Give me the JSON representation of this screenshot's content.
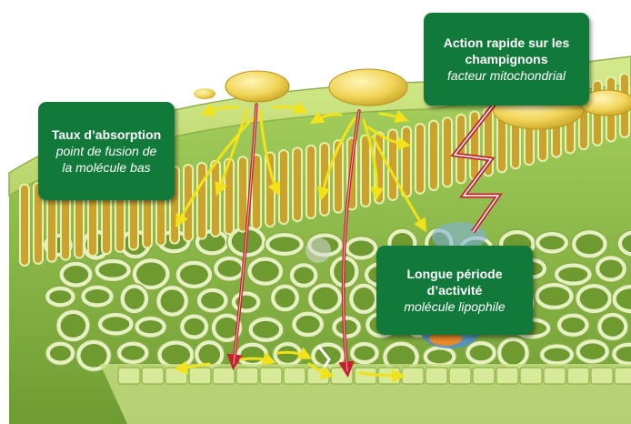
{
  "callouts": {
    "absorption": {
      "title": "Taux d’absorption",
      "subtitle_line1": "point de fusion de",
      "subtitle_line2": "la molécule bas"
    },
    "fungi": {
      "title_line1": "Action rapide sur les",
      "title_line2": "champignons",
      "subtitle": "facteur mitochondrial"
    },
    "activity": {
      "title_line1": "Longue période",
      "title_line2": "d’activité",
      "subtitle": "molécule lipophile"
    }
  },
  "colors": {
    "callout_bg": "#117a3a",
    "callout_text": "#ffffff",
    "leaf_green": "#9ccf54",
    "cell_green": "#c7df7a",
    "arrow_yellow": "#f2e21a",
    "arrow_red": "#c6202f",
    "droplet": "#f3d96a"
  },
  "icons": [
    "droplet-icon",
    "yellow-arrow-icon",
    "red-arrow-icon",
    "zigzag-arrow-icon"
  ]
}
